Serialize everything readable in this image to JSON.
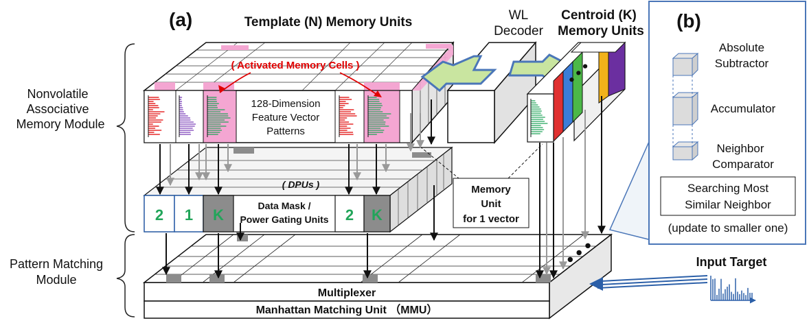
{
  "panel_a": {
    "label": "(a)",
    "title_template": "Template (N) Memory Units",
    "wl_decoder_line1": "WL",
    "wl_decoder_line2": "Decoder",
    "title_centroid_line1": "Centroid (K)",
    "title_centroid_line2": "Memory Units",
    "activated_cells": "( Activated Memory Cells )",
    "feature_line1": "128-Dimension",
    "feature_line2": "Feature Vector",
    "feature_line3": "Patterns",
    "dpus": "( DPUs )",
    "dpu_labels": [
      "2",
      "1",
      "K",
      "2",
      "K"
    ],
    "data_mask_line1": "Data Mask /",
    "data_mask_line2": "Power Gating Units",
    "memory_unit_line1": "Memory",
    "memory_unit_line2": "Unit",
    "memory_unit_line3": "for 1 vector",
    "module_left_1_line1": "Nonvolatile",
    "module_left_1_line2": "Associative",
    "module_left_1_line3": "Memory Module",
    "module_left_2_line1": "Pattern Matching",
    "module_left_2_line2": "Module",
    "multiplexer": "Multiplexer",
    "mmu": "Manhattan Matching Unit （MMU）",
    "input_target": "Input Target"
  },
  "panel_b": {
    "label": "(b)",
    "absolute_line1": "Absolute",
    "absolute_line2": "Subtractor",
    "accumulator": "Accumulator",
    "neighbor_line1": "Neighbor",
    "neighbor_line2": "Comparator",
    "searching_line1": "Searching Most",
    "searching_line2": "Similar Neighbor",
    "update_note": "(update to smaller one)"
  },
  "colors": {
    "pink": "#f4a6d2",
    "red": "#e00000",
    "green": "#22a55a",
    "purple": "#7a3db8",
    "arrow_fill": "#c9e5a0",
    "arrow_stroke": "#4a76b8",
    "dark_gray": "#8c8c8c",
    "panel_border": "#4a76b8",
    "centroid_colors": [
      "#e03030",
      "#3b7dd8",
      "#4cb848",
      "#f2b21a",
      "#6b2fa0"
    ]
  }
}
